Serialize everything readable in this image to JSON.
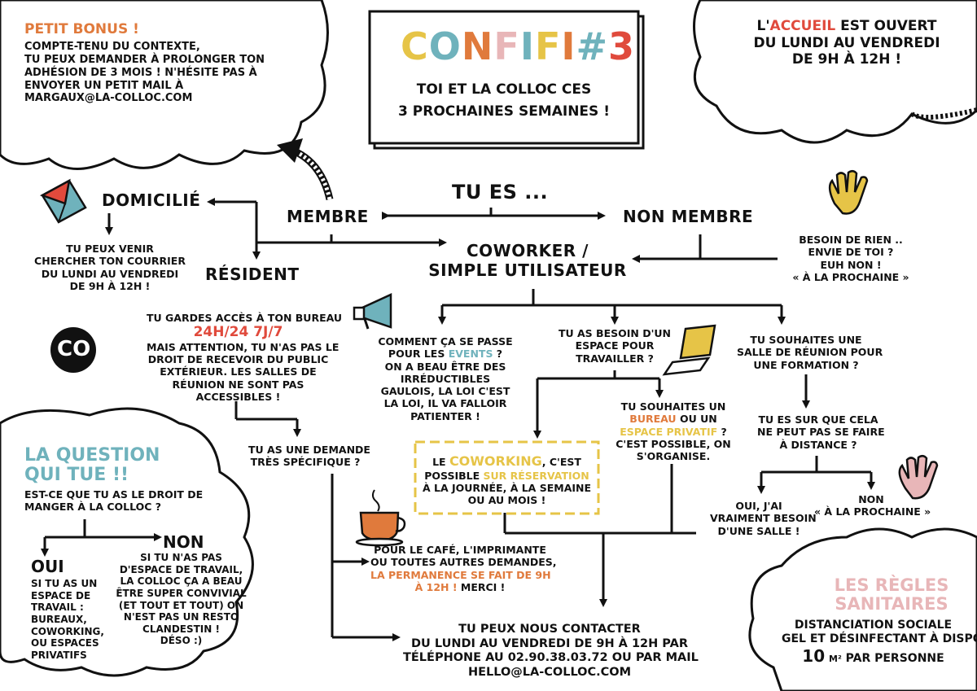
{
  "colors": {
    "orange": "#e07a3c",
    "teal": "#6fb2bc",
    "yellow": "#e6c447",
    "red": "#e04a3c",
    "pink": "#e8b6b8",
    "ink": "#111111"
  },
  "title": {
    "logo_letters": [
      "C",
      "O",
      "N",
      "F",
      "I",
      "F",
      "I",
      "#",
      "3"
    ],
    "logo_colors": [
      "#e6c447",
      "#6fb2bc",
      "#e07a3c",
      "#e8b6b8",
      "#6fb2bc",
      "#e6c447",
      "#e07a3c",
      "#6fb2bc",
      "#e04a3c"
    ],
    "subtitle_1": "TOI ET LA COLLOC CES",
    "subtitle_2": "3 PROCHAINES SEMAINES !"
  },
  "bonus": {
    "heading": "PETIT BONUS !",
    "lines": [
      "COMPTE-TENU DU CONTEXTE,",
      "TU PEUX DEMANDER À PROLONGER TON",
      "ADHÉSION DE 3 MOIS ! N'HÉSITE PAS À",
      "ENVOYER UN PETIT MAIL À",
      "MARGAUX@LA-COLLOC.COM"
    ]
  },
  "accueil": {
    "prefix": "L'",
    "highlight": "ACCUEIL",
    "rest": " EST OUVERT",
    "line2": "DU LUNDI AU VENDREDI",
    "line3": "DE 9H À 12H !"
  },
  "flow": {
    "tu_es": "TU ES ...",
    "membre": "MEMBRE",
    "non_membre": "NON MEMBRE",
    "domicilie": "DOMICILIÉ",
    "resident": "RÉSIDENT",
    "coworker_1": "COWORKER /",
    "coworker_2": "SIMPLE UTILISATEUR"
  },
  "domicilie_text": [
    "TU PEUX VENIR",
    "CHERCHER TON COURRIER",
    "DU LUNDI AU VENDREDI",
    "DE 9H À 12H !"
  ],
  "non_membre_text": [
    "BESOIN DE RIEN ..",
    "ENVIE DE TOI ?",
    "EUH NON !",
    "« À LA PROCHAINE »"
  ],
  "resident_text": {
    "line1": "TU GARDES ACCÈS À TON BUREAU",
    "highlight": "24H/24 7J/7",
    "rest": [
      "MAIS ATTENTION, TU N'AS PAS LE",
      "DROIT DE RECEVOIR DU PUBLIC",
      "EXTÉRIEUR. LES SALLES DE",
      "RÉUNION NE SONT PAS",
      "ACCESSIBLES !"
    ]
  },
  "events": {
    "line1": "COMMENT ÇA SE PASSE",
    "line2_pre": "POUR LES ",
    "line2_hl": "EVENTS",
    "line2_post": " ?",
    "rest": [
      "ON A BEAU ÊTRE DES",
      "IRRÉDUCTIBLES",
      "GAULOIS, LA LOI C'EST",
      "LA LOI, IL VA FALLOIR",
      "PATIENTER !"
    ]
  },
  "espace": [
    "TU AS BESOIN D'UN",
    "ESPACE POUR",
    "TRAVAILLER ?"
  ],
  "salle": [
    "TU SOUHAITES UNE",
    "SALLE DE RÉUNION POUR",
    "UNE FORMATION ?"
  ],
  "bureau": {
    "line1": "TU SOUHAITES UN",
    "hl1": "BUREAU",
    "mid": " OU UN",
    "hl2": "ESPACE PRIVATIF",
    "q": " ?",
    "rest": [
      "C'EST POSSIBLE, ON",
      "S'ORGANISE."
    ]
  },
  "distance": [
    "TU ES SUR QUE CELA",
    "NE PEUT PAS SE FAIRE",
    "À DISTANCE ?"
  ],
  "oui_salle": [
    "OUI, J'AI",
    "VRAIMENT BESOIN",
    "D'UNE SALLE !"
  ],
  "non_salle": [
    "NON",
    "« À LA PROCHAINE »"
  ],
  "coworking": {
    "pre": "LE ",
    "hl": "COWORKING",
    "post": ", C'EST",
    "line2_pre": "POSSIBLE ",
    "line2_hl": "SUR RÉSERVATION",
    "rest": [
      "À LA JOURNÉE, À LA SEMAINE",
      "OU AU MOIS !"
    ]
  },
  "demande": [
    "TU AS UNE DEMANDE",
    "TRÈS SPÉCIFIQUE ?"
  ],
  "cafe": {
    "lines": [
      "POUR LE CAFÉ, L'IMPRIMANTE",
      "OU TOUTES AUTRES DEMANDES,"
    ],
    "hl1": "LA PERMANENCE SE FAIT DE 9H",
    "hl2": "À 12H !",
    "post": " MERCI !"
  },
  "contact": [
    "TU PEUX NOUS CONTACTER",
    "DU LUNDI AU VENDREDI DE 9H À 12H PAR",
    "TÉLÉPHONE AU 02.90.38.03.72 OU PAR MAIL",
    "HELLO@LA-COLLOC.COM"
  ],
  "question": {
    "heading_1": "LA QUESTION",
    "heading_2": "QUI TUE !!",
    "text": [
      "EST-CE QUE TU AS LE DROIT DE",
      "MANGER À LA COLLOC ?"
    ],
    "oui": "OUI",
    "oui_text": [
      "SI TU AS UN",
      "ESPACE DE",
      "TRAVAIL :",
      "BUREAUX,",
      "COWORKING,",
      "OU ESPACES",
      "PRIVATIFS"
    ],
    "non": "NON",
    "non_text": [
      "SI TU N'AS PAS",
      "D'ESPACE DE TRAVAIL,",
      "LA COLLOC ÇA A BEAU",
      "ÊTRE SUPER CONVIVIAL",
      "(ET TOUT ET TOUT) ON",
      "N'EST PAS UN RESTO",
      "CLANDESTIN !",
      "DÉSO :)"
    ]
  },
  "regles": {
    "heading_1": "LES RÈGLES",
    "heading_2": "SANITAIRES",
    "line1": "DISTANCIATION SOCIALE",
    "line2": "GEL ET DÉSINFECTANT À DISPO",
    "line3_num": "10",
    "line3_unit": "M²",
    "line3_rest": " PAR PERSONNE"
  },
  "logo_letters": "Co"
}
